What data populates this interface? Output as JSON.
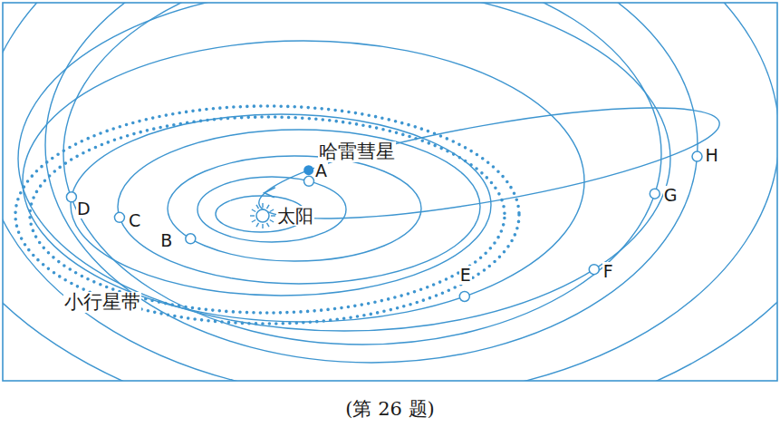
{
  "diagram": {
    "caption": "(第 26 题)",
    "labels": [
      "哈雷彗星",
      "A",
      "B",
      "C",
      "D",
      "E",
      "F",
      "G",
      "H",
      "太阳",
      "小行星带"
    ]
  }
}
